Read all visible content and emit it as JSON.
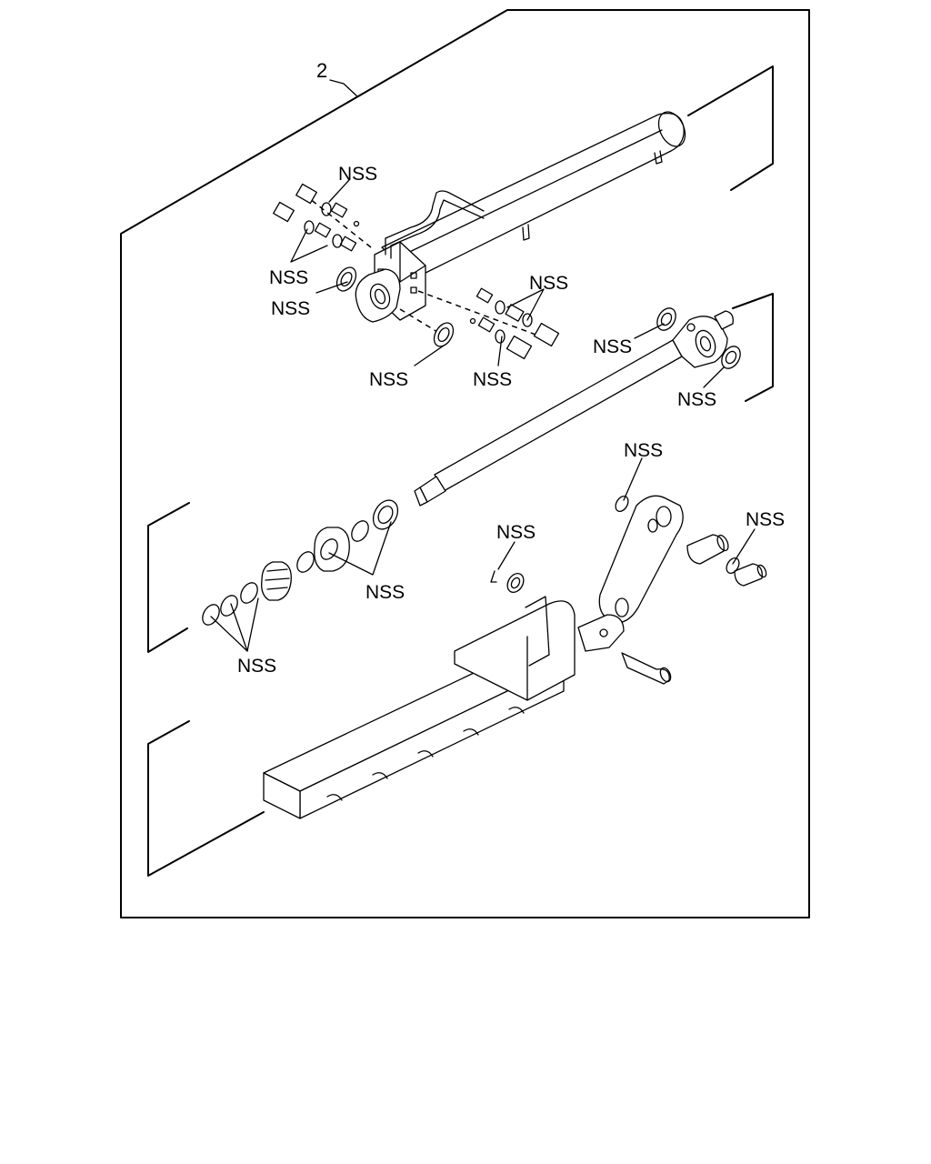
{
  "diagram": {
    "assembly_number": "2",
    "non_serviced_label": "NSS",
    "callouts": [
      "NSS",
      "NSS",
      "NSS",
      "NSS",
      "NSS",
      "NSS",
      "NSS",
      "NSS",
      "NSS",
      "NSS",
      "NSS",
      "NSS",
      "NSS"
    ]
  }
}
